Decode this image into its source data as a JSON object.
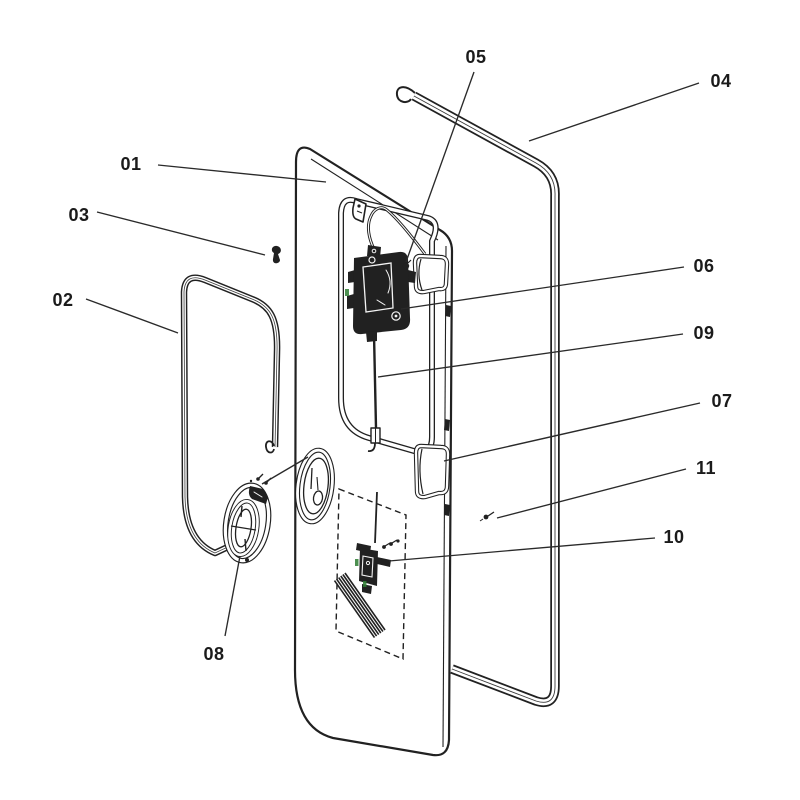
{
  "diagram": {
    "kind": "exploded-parts-line-drawing",
    "colors": {
      "line": "#212121",
      "paper": "#ffffff",
      "accent": "#2e7d32"
    },
    "parts": [
      {
        "number": "01"
      },
      {
        "number": "02"
      },
      {
        "number": "03"
      },
      {
        "number": "04"
      },
      {
        "number": "05"
      },
      {
        "number": "06"
      },
      {
        "number": "07"
      },
      {
        "number": "08"
      },
      {
        "number": "09"
      },
      {
        "number": "10"
      },
      {
        "number": "11"
      }
    ]
  }
}
